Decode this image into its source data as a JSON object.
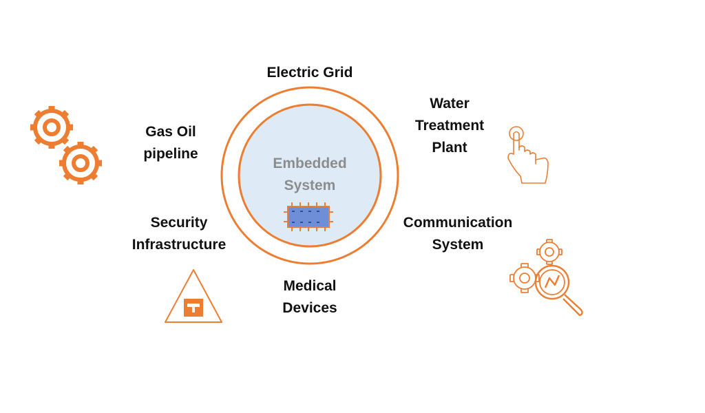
{
  "colors": {
    "accent": "#ED7D31",
    "inner_fill": "#DEEBF7",
    "chip_fill": "#6F8ED8",
    "label_text": "#111111",
    "center_text": "#8C8C8C"
  },
  "center": {
    "line1": "Embedded",
    "line2": "System",
    "icon": "chip-icon"
  },
  "labels": {
    "electric_grid": {
      "line1": "Electric Grid"
    },
    "water_treatment": {
      "line1": "Water",
      "line2": "Treatment",
      "line3": "Plant"
    },
    "gas_oil": {
      "line1": "Gas Oil",
      "line2": "pipeline"
    },
    "security": {
      "line1": "Security",
      "line2": "Infrastructure"
    },
    "communication": {
      "line1": "Communication",
      "line2": "System"
    },
    "medical": {
      "line1": "Medical",
      "line2": "Devices"
    }
  },
  "icons": [
    "gears-icon",
    "hand-touch-icon",
    "warning-triangle-icon",
    "gear-magnifier-icon"
  ]
}
